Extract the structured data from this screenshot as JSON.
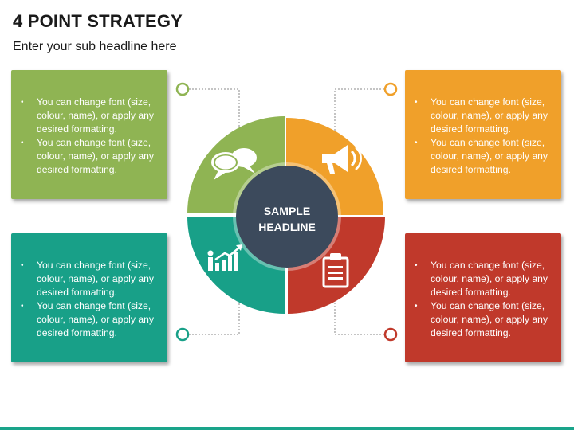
{
  "header": {
    "title": "4 POINT STRATEGY",
    "subtitle": "Enter your sub headline here"
  },
  "center": {
    "line1": "SAMPLE",
    "line2": "HEADLINE"
  },
  "boxes": {
    "top_left": {
      "color": "#8fb453",
      "bullets": [
        "You can change font (size, colour, name), or apply any desired formatting.",
        "You can change font (size, colour, name), or apply any desired formatting."
      ]
    },
    "top_right": {
      "color": "#f0a02a",
      "bullets": [
        "You can change font (size, colour, name), or apply any desired formatting.",
        "You can change font (size, colour, name), or apply any desired formatting."
      ]
    },
    "bottom_left": {
      "color": "#18a088",
      "bullets": [
        "You can change font (size, colour, name), or apply any desired formatting.",
        "You can change font (size, colour, name), or apply any desired formatting."
      ]
    },
    "bottom_right": {
      "color": "#c0392b",
      "bullets": [
        "You can change font (size, colour, name), or apply any desired formatting.",
        "You can change font (size, colour, name), or apply any desired formatting."
      ]
    }
  },
  "segments": {
    "top_left": {
      "color": "#8fb453",
      "icon": "speech-bubbles-icon"
    },
    "top_right": {
      "color": "#f0a02a",
      "icon": "megaphone-icon"
    },
    "bottom_left": {
      "color": "#18a088",
      "icon": "growth-chart-person-icon"
    },
    "bottom_right": {
      "color": "#c0392b",
      "icon": "clipboard-icon"
    }
  },
  "colors": {
    "center_circle": "#3c4a5c",
    "connector_line": "#8a8a8a",
    "accent_bar": "#1aa48a"
  }
}
